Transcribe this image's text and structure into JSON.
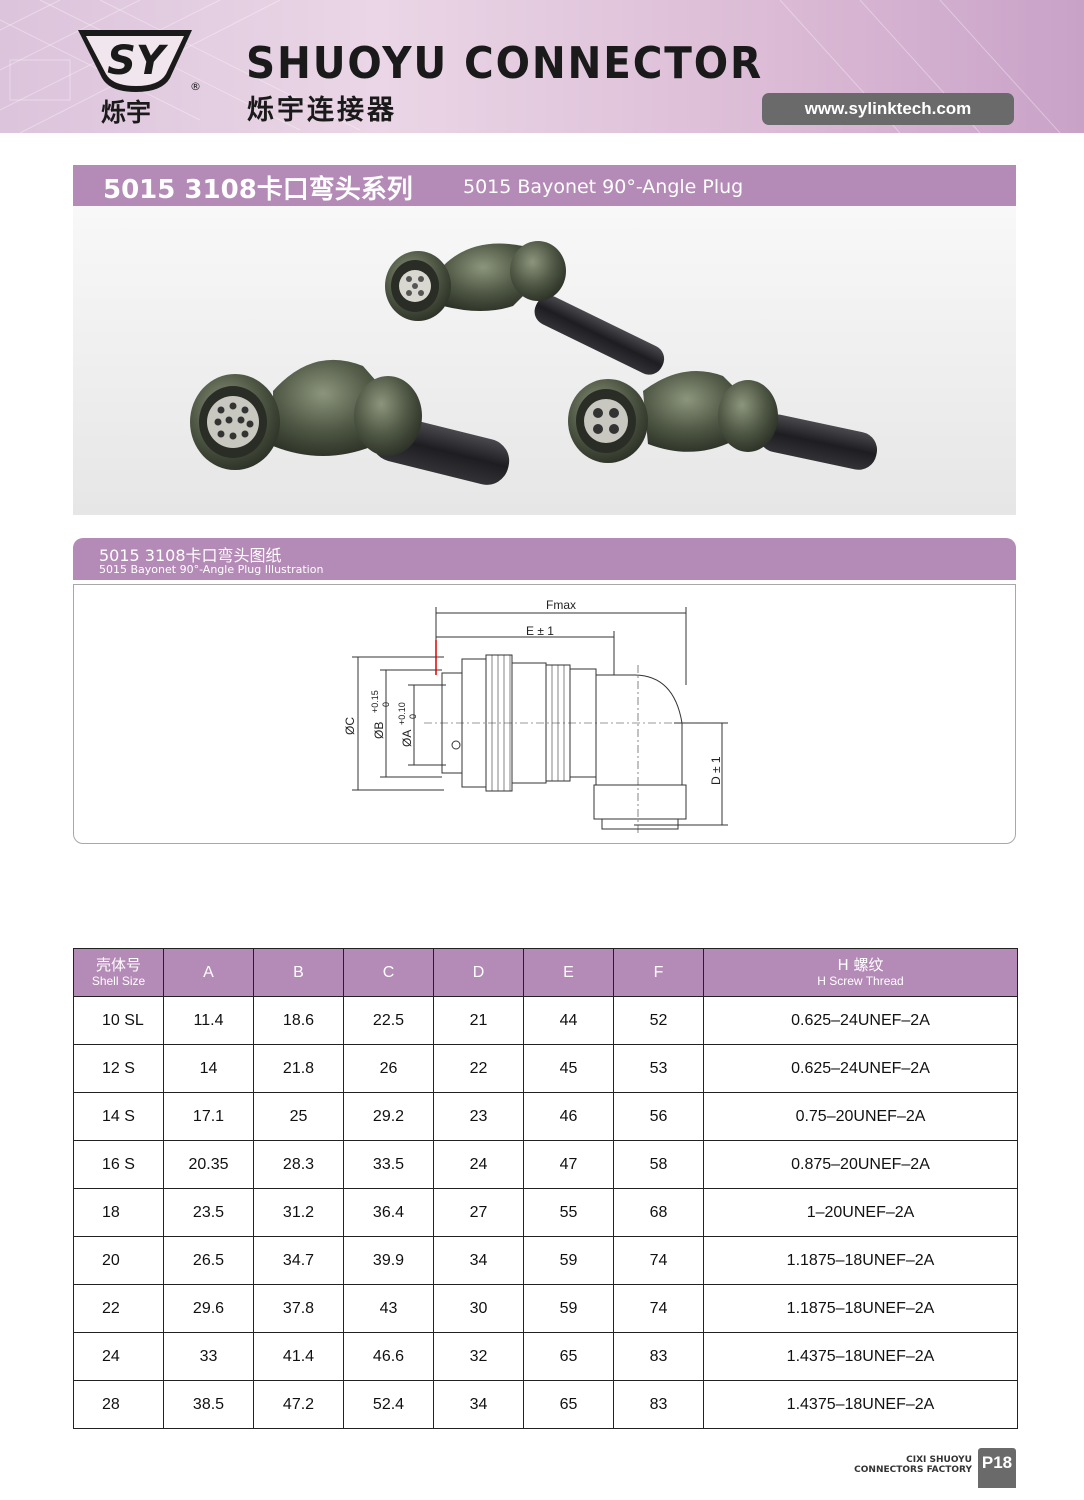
{
  "header": {
    "logo_text": "SY",
    "logo_cn": "烁宇",
    "registered": "®",
    "brand_en": "SHUOYU  CONNECTOR",
    "brand_cn": "烁宇连接器",
    "website": "www.sylinktech.com"
  },
  "section": {
    "title_cn": "5015 3108卡口弯头系列",
    "title_en": "5015 Bayonet 90°-Angle Plug"
  },
  "drawing": {
    "title_cn": "5015 3108卡口弯头图纸",
    "title_en": "5015 Bayonet 90°-Angle Plug Illustration",
    "labels": {
      "fmax": "Fmax",
      "e": "E ± 1",
      "c": "ØC",
      "b": "ØB",
      "b_tol": "+0.15",
      "b_tol2": "0",
      "a": "ØA",
      "a_tol": "+0.10",
      "a_tol2": "0",
      "d": "D ± 1"
    }
  },
  "table": {
    "headers": [
      {
        "cn": "壳体号",
        "en": "Shell Size"
      },
      {
        "en": "A"
      },
      {
        "en": "B"
      },
      {
        "en": "C"
      },
      {
        "en": "D"
      },
      {
        "en": "E"
      },
      {
        "en": "F"
      },
      {
        "cn": "H  螺纹",
        "en": "H Screw Thread"
      }
    ],
    "rows": [
      [
        "10 SL",
        "11.4",
        "18.6",
        "22.5",
        "21",
        "44",
        "52",
        "0.625–24UNEF–2A"
      ],
      [
        "12 S",
        "14",
        "21.8",
        "26",
        "22",
        "45",
        "53",
        "0.625–24UNEF–2A"
      ],
      [
        "14 S",
        "17.1",
        "25",
        "29.2",
        "23",
        "46",
        "56",
        "0.75–20UNEF–2A"
      ],
      [
        "16 S",
        "20.35",
        "28.3",
        "33.5",
        "24",
        "47",
        "58",
        "0.875–20UNEF–2A"
      ],
      [
        "18",
        "23.5",
        "31.2",
        "36.4",
        "27",
        "55",
        "68",
        "1–20UNEF–2A"
      ],
      [
        "20",
        "26.5",
        "34.7",
        "39.9",
        "34",
        "59",
        "74",
        "1.1875–18UNEF–2A"
      ],
      [
        "22",
        "29.6",
        "37.8",
        "43",
        "30",
        "59",
        "74",
        "1.1875–18UNEF–2A"
      ],
      [
        "24",
        "33",
        "41.4",
        "46.6",
        "32",
        "65",
        "83",
        "1.4375–18UNEF–2A"
      ],
      [
        "28",
        "38.5",
        "47.2",
        "52.4",
        "34",
        "65",
        "83",
        "1.4375–18UNEF–2A"
      ]
    ]
  },
  "footer": {
    "line1": "CIXI SHUOYU",
    "line2": "CONNECTORS FACTORY",
    "page": "P18"
  },
  "colors": {
    "accent_purple": "#b48ab6",
    "badge_gray": "#6a6a6a",
    "connector_olive": "#4a5040"
  }
}
